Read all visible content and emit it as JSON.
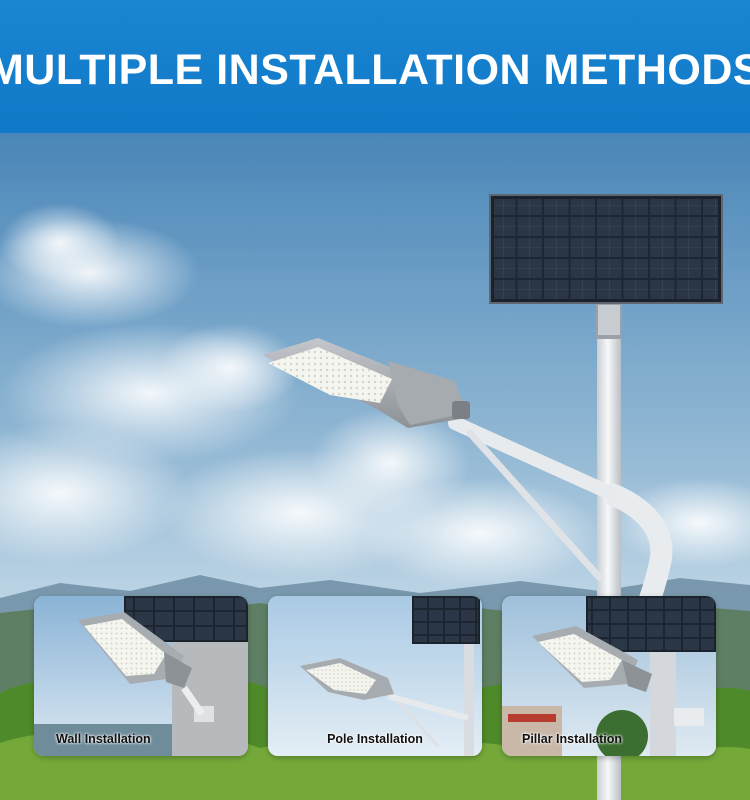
{
  "header": {
    "title": "MULTIPLE INSTALLATION METHODS"
  },
  "colors": {
    "header_bg": "#1380cc",
    "title_text": "#ffffff",
    "sky_top": "#3f7fb4",
    "sky_bottom": "#d8e6ef",
    "foliage": "#5b8e2c"
  },
  "installations": [
    {
      "label": "Wall Installation"
    },
    {
      "label": "Pole Installation"
    },
    {
      "label": "Pillar Installation"
    }
  ]
}
